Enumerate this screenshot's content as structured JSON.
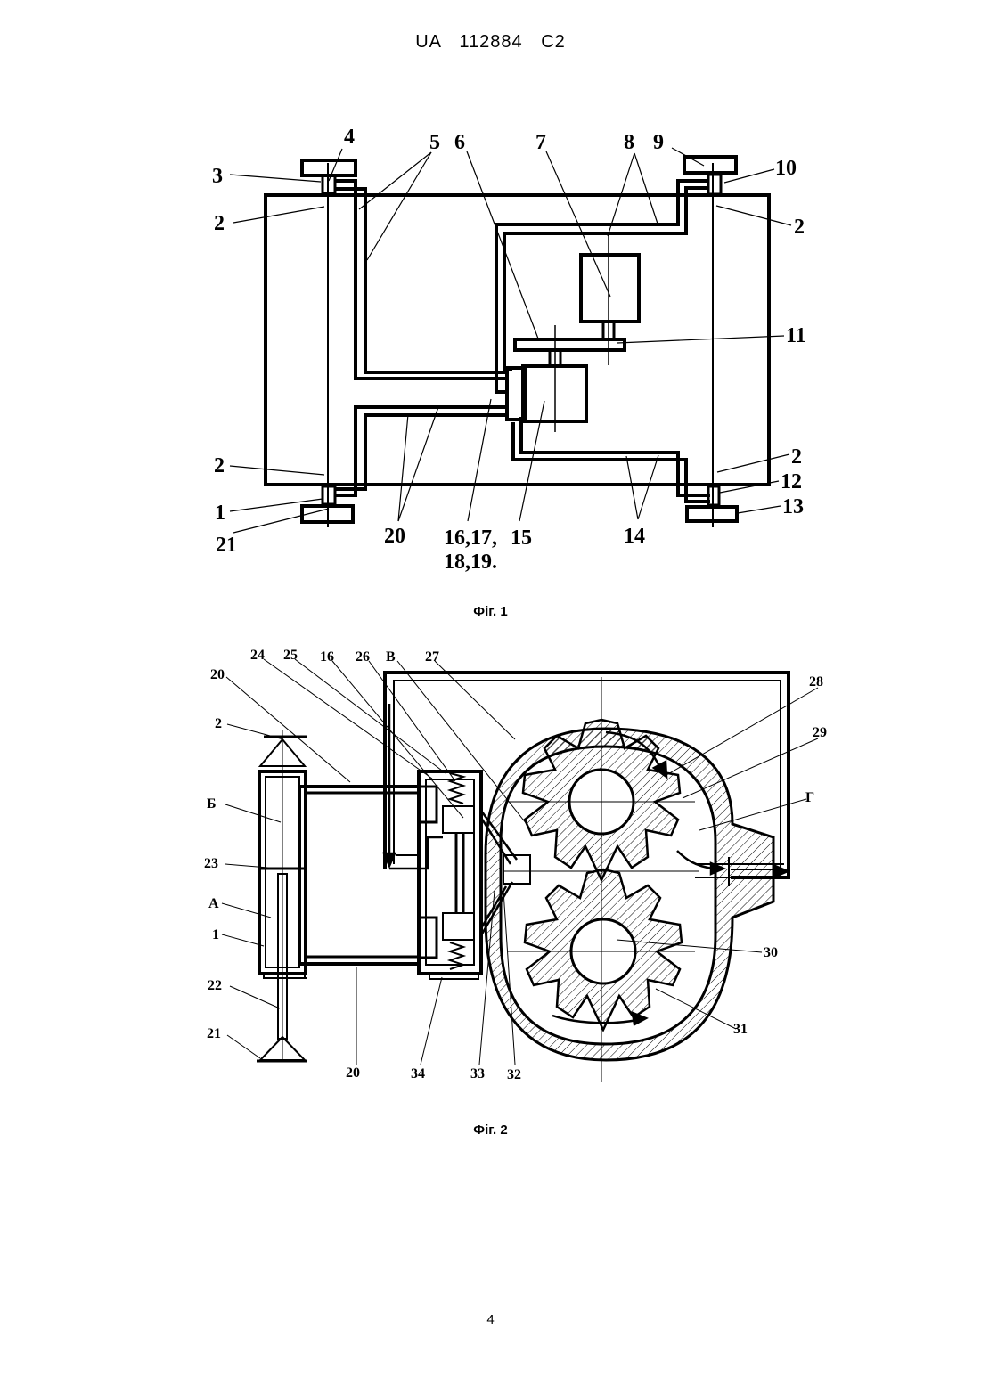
{
  "header": {
    "code": "UA 112884 C2"
  },
  "figure1": {
    "caption": "Фіг. 1",
    "labels": {
      "n4": "4",
      "n3": "3",
      "n2a": "2",
      "n5": "5",
      "n6": "6",
      "n7": "7",
      "n8": "8",
      "n9": "9",
      "n10": "10",
      "n2b": "2",
      "n11": "11",
      "n2c": "2",
      "n2d": "2",
      "n1": "1",
      "n21": "21",
      "n20": "20",
      "n16": "16,17,",
      "n18": "18,19.",
      "n15": "15",
      "n14": "14",
      "n12": "12",
      "n13": "13"
    }
  },
  "figure2": {
    "caption": "Фіг. 2",
    "labels": {
      "n20a": "20",
      "n24": "24",
      "n25": "25",
      "n16": "16",
      "n26": "26",
      "nV": "В",
      "n27": "27",
      "n28": "28",
      "n2": "2",
      "n29": "29",
      "nB": "Б",
      "nG": "Г",
      "n23": "23",
      "nA": "А",
      "n1": "1",
      "n30": "30",
      "n22": "22",
      "n21": "21",
      "n31": "31",
      "n20b": "20",
      "n34": "34",
      "n33": "33",
      "n32": "32"
    }
  },
  "footer": {
    "page_number": "4"
  }
}
